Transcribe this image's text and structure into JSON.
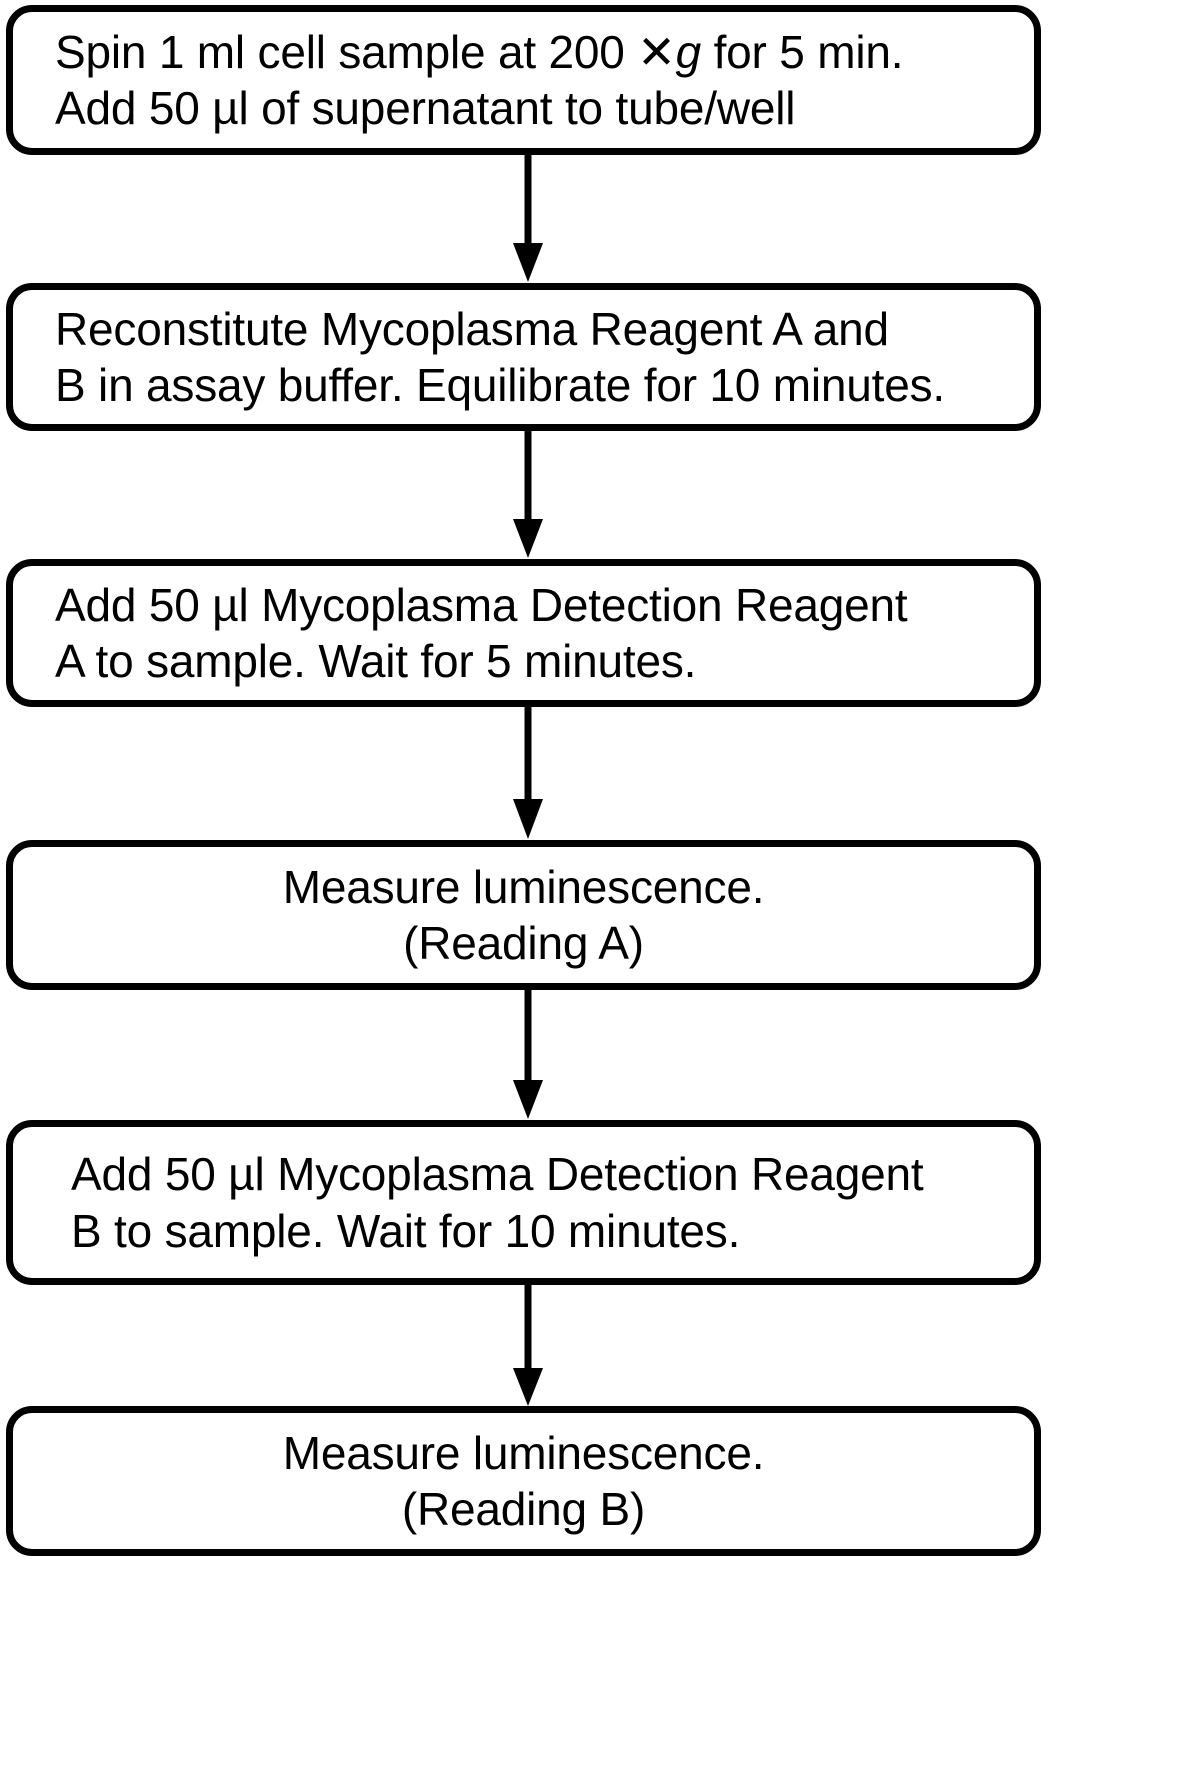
{
  "diagram": {
    "title": "Mycoplasma detection assay workflow",
    "orientation": "top-to-bottom",
    "background_color": "#ffffff",
    "line_color": "#000000",
    "node_fill_color": "#ffffff",
    "node_count": 6,
    "connector_count": 5
  },
  "nodes": [
    {
      "id": "step-1",
      "shape": "rounded-rectangle",
      "align": "left",
      "line1_pre": "Spin 1 ml cell sample at 200 ",
      "line1_symbol": "✕",
      "line1_italic": "g",
      "line1_post": " for 5 min.",
      "line2": "Add 50 µl of supernatant to tube/well"
    },
    {
      "id": "step-2",
      "shape": "rounded-rectangle",
      "align": "left",
      "line1": "Reconstitute Mycoplasma Reagent A and",
      "line2": "B in assay buffer. Equilibrate for 10 minutes."
    },
    {
      "id": "step-3",
      "shape": "rounded-rectangle",
      "align": "left",
      "line1": "Add 50 µl Mycoplasma Detection Reagent",
      "line2": "A to sample. Wait for 5 minutes."
    },
    {
      "id": "step-4",
      "shape": "rounded-rectangle",
      "align": "center",
      "line1": "Measure luminescence.",
      "line2": "(Reading A)"
    },
    {
      "id": "step-5",
      "shape": "rounded-rectangle",
      "align": "center-left",
      "line1": "Add 50 µl Mycoplasma Detection Reagent",
      "line2": "B to sample. Wait for 10 minutes."
    },
    {
      "id": "step-6",
      "shape": "rounded-rectangle",
      "align": "center",
      "line1": "Measure luminescence.",
      "line2": "(Reading B)"
    }
  ],
  "connectors": [
    {
      "id": "arrow-1-2",
      "from": "step-1",
      "to": "step-2",
      "style": "solid-arrow-down"
    },
    {
      "id": "arrow-2-3",
      "from": "step-2",
      "to": "step-3",
      "style": "solid-arrow-down"
    },
    {
      "id": "arrow-3-4",
      "from": "step-3",
      "to": "step-4",
      "style": "solid-arrow-down"
    },
    {
      "id": "arrow-4-5",
      "from": "step-4",
      "to": "step-5",
      "style": "solid-arrow-down"
    },
    {
      "id": "arrow-5-6",
      "from": "step-5",
      "to": "step-6",
      "style": "solid-arrow-down"
    }
  ]
}
